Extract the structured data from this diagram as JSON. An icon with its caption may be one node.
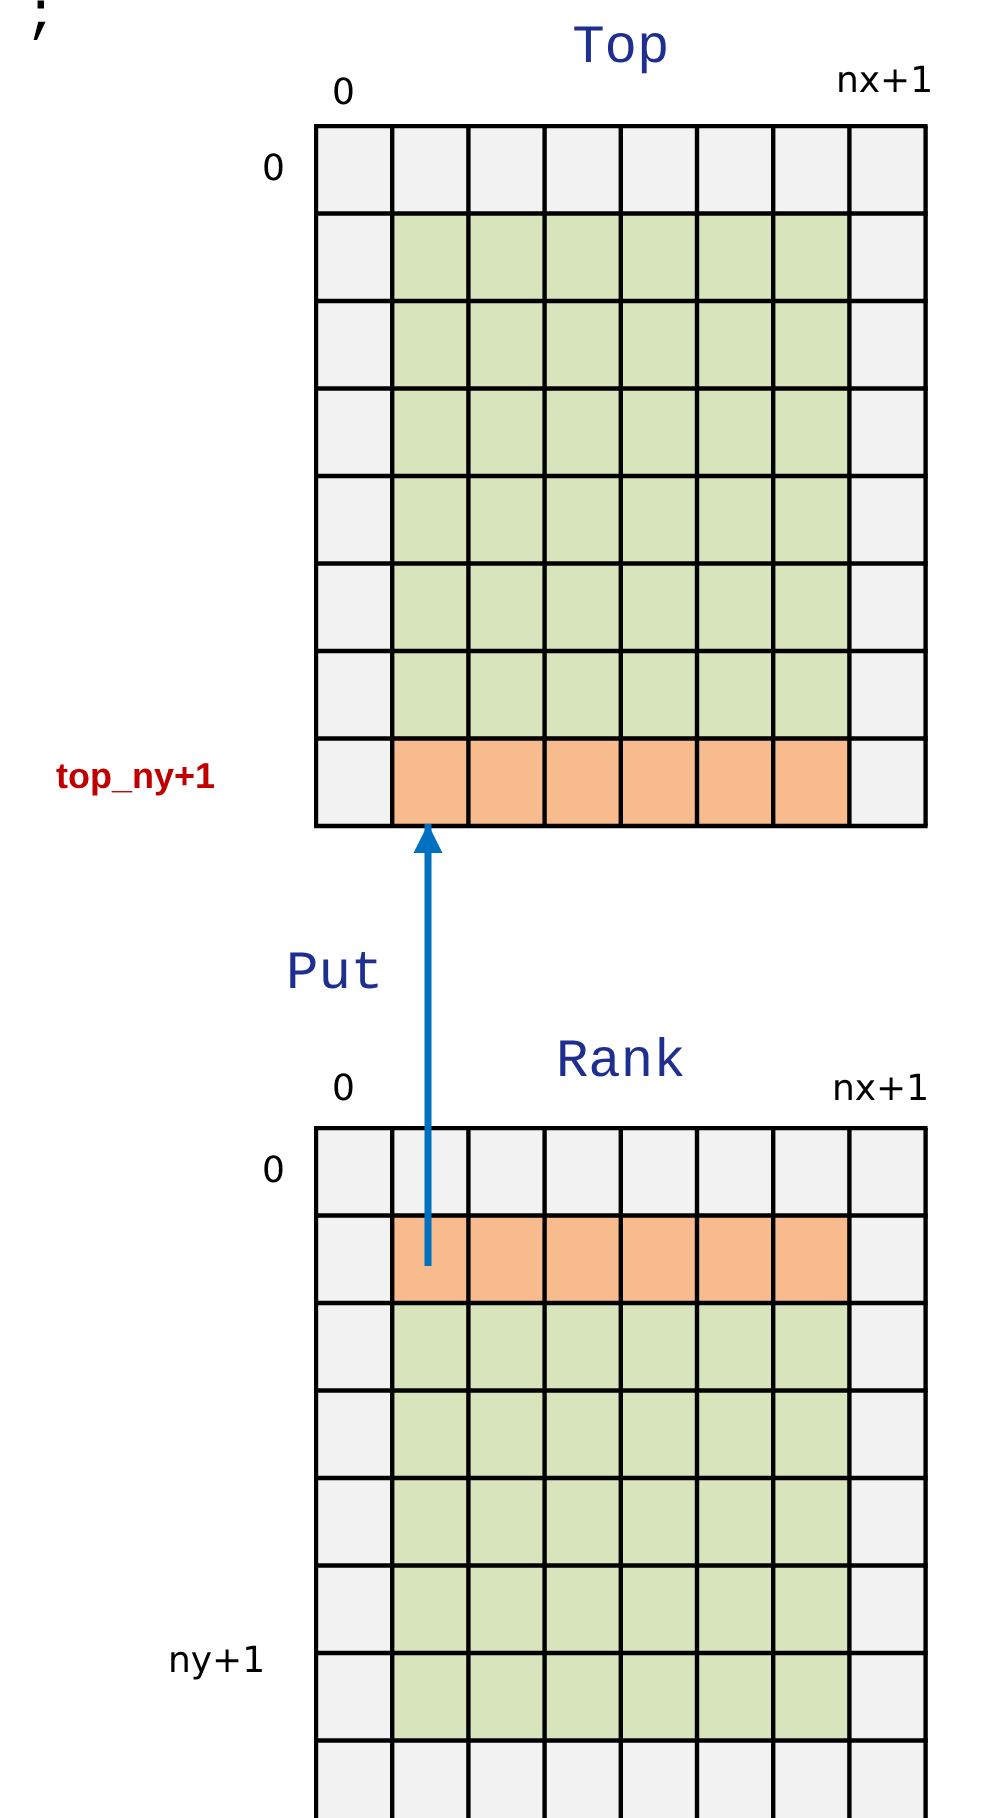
{
  "diagram": {
    "nodes": [
      {
        "text": [
          "Top"
        ]
      },
      {
        "text": [],
        "shape": "bar",
        "in": 0
      },
      {
        "text": [
          "Rank"
        ]
      },
      {
        "text": [],
        "shape": "bar",
        "in": 2
      }
    ],
    "edges": [
      {
        "from": 3,
        "to": 1,
        "arrow": "to",
        "label": "Put",
        "color": "#0070c0"
      }
    ],
    "labels": [
      ";",
      "0",
      "nx+1",
      "0",
      "top_ny+1",
      "0",
      "nx+1",
      "0",
      "ny+1"
    ]
  }
}
